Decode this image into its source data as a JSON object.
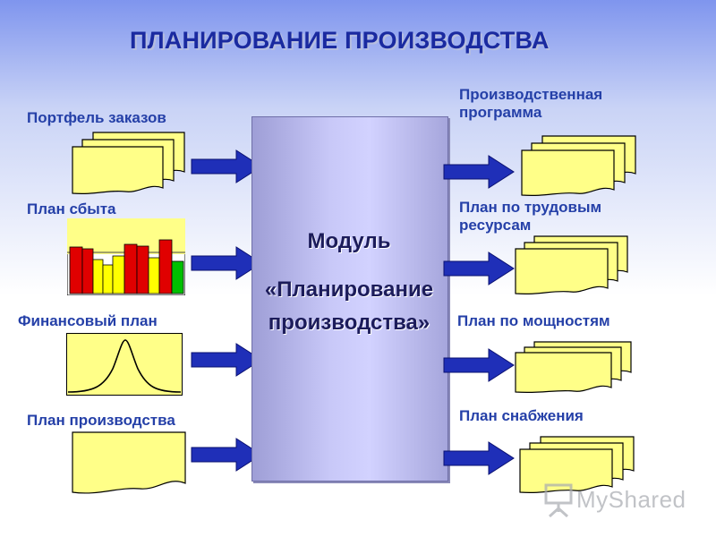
{
  "title": "ПЛАНИРОВАНИЕ ПРОИЗВОДСТВА",
  "inputs": [
    {
      "label": "Портфель заказов",
      "icon": "document-stack-icon"
    },
    {
      "label": "План сбыта",
      "icon": "bar-chart-icon"
    },
    {
      "label": "Финансовый план",
      "icon": "bell-curve-icon"
    },
    {
      "label": "План производства",
      "icon": "document-icon"
    }
  ],
  "module": {
    "line1": "Модуль",
    "line2": "«Планирование",
    "line3": "производства»"
  },
  "outputs": [
    {
      "label": "Производственная программа",
      "icon": "document-stack-icon"
    },
    {
      "label": "План по трудовым ресурсам",
      "icon": "document-stack-icon"
    },
    {
      "label": "План по мощностям",
      "icon": "document-stack-icon"
    },
    {
      "label": "План снабжения",
      "icon": "document-stack-icon"
    }
  ],
  "watermark": "MyShared",
  "colors": {
    "title": "#1a2aa0",
    "labels": "#2540a8",
    "arrow": "#1f2fb8",
    "document_fill": "#ffff88",
    "module_box": "#c8c8f8"
  }
}
